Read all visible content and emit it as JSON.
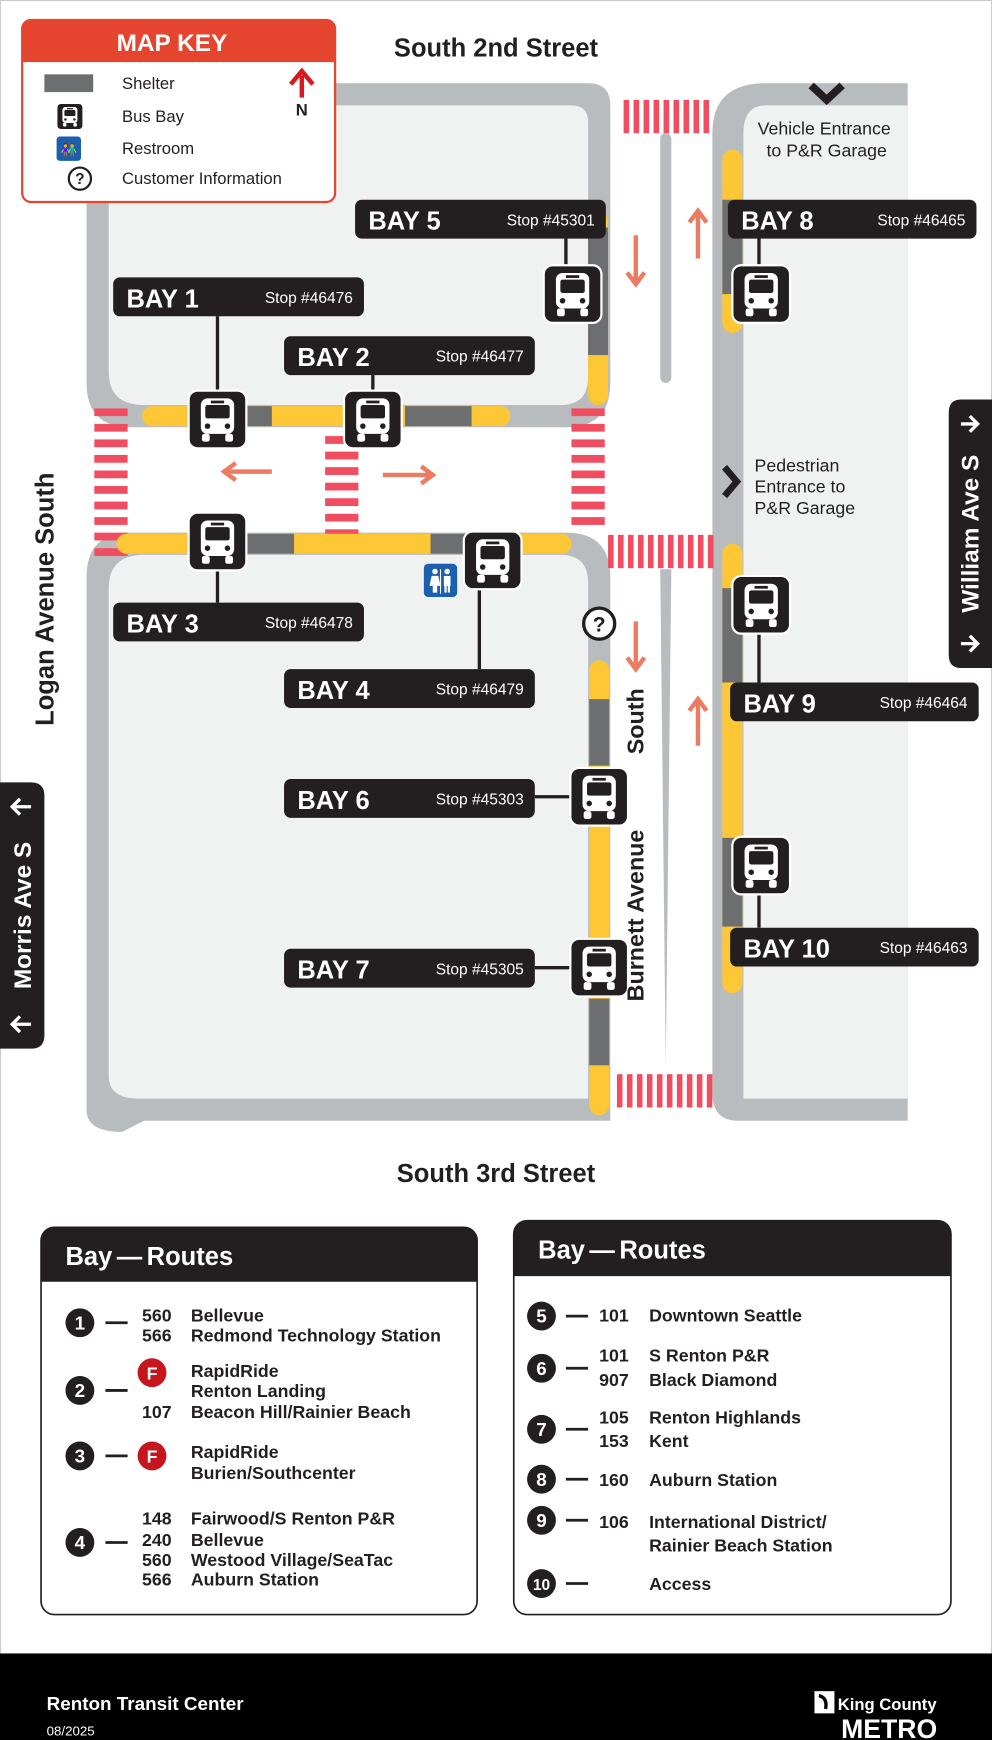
{
  "map_key": {
    "title": "MAP KEY",
    "items": [
      {
        "icon": "shelter-swatch",
        "label": "Shelter"
      },
      {
        "icon": "bus-icon",
        "label": "Bus Bay"
      },
      {
        "icon": "restroom-icon",
        "label": "Restroom"
      },
      {
        "icon": "question-circle-icon",
        "label": "Customer Information"
      }
    ],
    "north_label": "N"
  },
  "streets": {
    "north": "South 2nd Street",
    "south": "South 3rd Street",
    "west": "Logan Avenue South",
    "middle_a": "South",
    "middle_b": "Burnett Avenue",
    "east_tab": "William Ave S",
    "west_tab": "Morris Ave S"
  },
  "notes": {
    "vehicle_entrance": [
      "Vehicle Entrance",
      "to P&R Garage"
    ],
    "pedestrian_entrance": [
      "Pedestrian",
      "Entrance to",
      "P&R Garage"
    ]
  },
  "bays": [
    {
      "label": "BAY 1",
      "stop": "Stop #46476"
    },
    {
      "label": "BAY 2",
      "stop": "Stop #46477"
    },
    {
      "label": "BAY 3",
      "stop": "Stop #46478"
    },
    {
      "label": "BAY 4",
      "stop": "Stop #46479"
    },
    {
      "label": "BAY 5",
      "stop": "Stop #45301"
    },
    {
      "label": "BAY 6",
      "stop": "Stop #45303"
    },
    {
      "label": "BAY 7",
      "stop": "Stop #45305"
    },
    {
      "label": "BAY 8",
      "stop": "Stop #46465"
    },
    {
      "label": "BAY 9",
      "stop": "Stop #46464"
    },
    {
      "label": "BAY 10",
      "stop": "Stop #46463"
    }
  ],
  "routes_tables": [
    {
      "header_bay": "Bay",
      "header_routes": "Routes",
      "entries": [
        {
          "bay": "1",
          "lines": [
            {
              "num": "560",
              "dest": "Bellevue"
            },
            {
              "num": "566",
              "dest": "Redmond Technology Station"
            }
          ]
        },
        {
          "bay": "2",
          "lines": [
            {
              "num": "F",
              "rapidride": true,
              "dest": "RapidRide"
            },
            {
              "num": "",
              "dest": "Renton Landing"
            },
            {
              "num": "107",
              "dest": "Beacon Hill/Rainier Beach"
            }
          ]
        },
        {
          "bay": "3",
          "lines": [
            {
              "num": "F",
              "rapidride": true,
              "dest": "RapidRide"
            },
            {
              "num": "",
              "dest": "Burien/Southcenter"
            }
          ]
        },
        {
          "bay": "4",
          "lines": [
            {
              "num": "148",
              "dest": "Fairwood/S Renton P&R"
            },
            {
              "num": "240",
              "dest": "Bellevue"
            },
            {
              "num": "560",
              "dest": "Westood Village/SeaTac"
            },
            {
              "num": "566",
              "dest": "Auburn Station"
            }
          ]
        }
      ]
    },
    {
      "header_bay": "Bay",
      "header_routes": "Routes",
      "entries": [
        {
          "bay": "5",
          "lines": [
            {
              "num": "101",
              "dest": "Downtown Seattle"
            }
          ]
        },
        {
          "bay": "6",
          "lines": [
            {
              "num": "101",
              "dest": "S Renton P&R"
            },
            {
              "num": "907",
              "dest": "Black Diamond"
            }
          ]
        },
        {
          "bay": "7",
          "lines": [
            {
              "num": "105",
              "dest": "Renton Highlands"
            },
            {
              "num": "153",
              "dest": "Kent"
            }
          ]
        },
        {
          "bay": "8",
          "lines": [
            {
              "num": "160",
              "dest": "Auburn Station"
            }
          ]
        },
        {
          "bay": "9",
          "lines": [
            {
              "num": "106",
              "dest": "International District/"
            },
            {
              "num": "",
              "dest": "Rainier Beach Station"
            }
          ]
        },
        {
          "bay": "10",
          "lines": [
            {
              "num": "",
              "dest": "Access"
            }
          ]
        }
      ]
    }
  ],
  "footer": {
    "title": "Renton Transit Center",
    "date": "08/2025",
    "logo_top": "King County",
    "logo_bottom": "METRO"
  },
  "colors": {
    "road": "#b9bcbf",
    "block": "#f0f1f1",
    "curb": "#fdc736",
    "shelter": "#6d6e70",
    "crosswalk": "#f04d60",
    "arrow": "#ec7b62",
    "key_header": "#e5452f",
    "rapidride": "#c4161c",
    "label_bg": "#231f20"
  }
}
